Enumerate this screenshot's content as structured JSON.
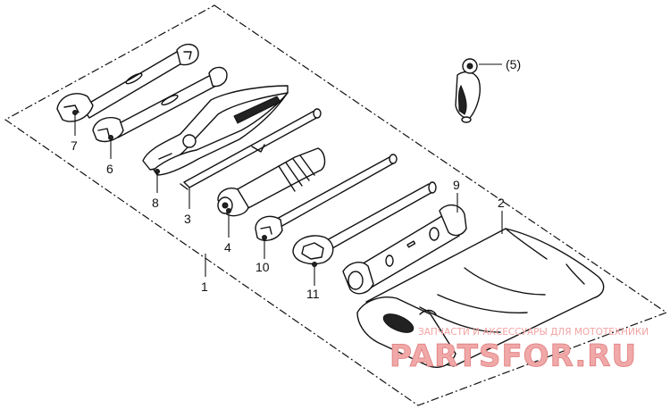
{
  "callouts": {
    "c1": "1",
    "c2": "2",
    "c3": "3",
    "c4": "4",
    "c5": "(5)",
    "c6": "6",
    "c7": "7",
    "c8": "8",
    "c9": "9",
    "c10": "10",
    "c11": "11"
  },
  "watermark": {
    "tagline": "ЗАПЧАСТИ И АКСЕССУАРЫ ДЛЯ МОТОТЕХНИКИ",
    "logo": "PARTSFOR.RU"
  },
  "colors": {
    "ink": "#111111",
    "watermark": "#f0a8a8"
  }
}
